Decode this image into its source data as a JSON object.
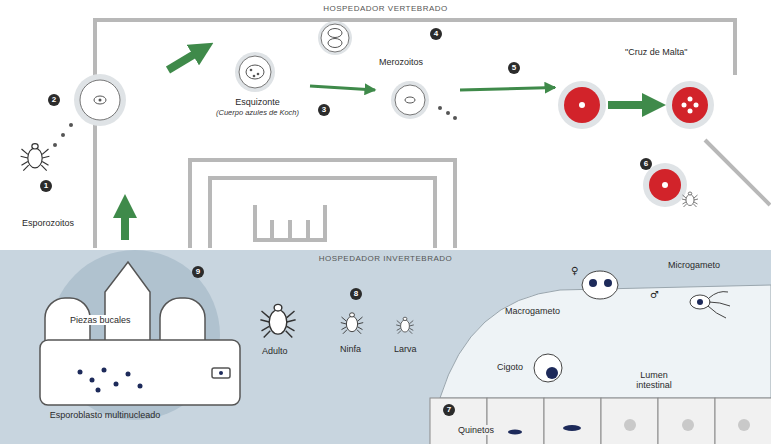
{
  "diagram": {
    "nodes": [
      {
        "text": [
          "HOSPEDADOR VERTEBRADO"
        ]
      },
      {
        "text": [
          "Esquizonte",
          "(Cuerpo azules de Koch)"
        ],
        "in": 0
      },
      {
        "text": [
          "Merozoitos"
        ],
        "in": 0
      },
      {
        "text": [
          "\"Cruz de Malta\""
        ],
        "in": 0
      },
      {
        "text": [
          "HOSPEDADOR INVERTEBRADO"
        ]
      },
      {
        "text": [
          "Piezas bucales",
          "Esporoblasto multinucleado"
        ],
        "in": 4
      }
    ],
    "edges": [
      {
        "from": 1,
        "to": 2,
        "arrow": "to"
      },
      {
        "from": 2,
        "to": 3,
        "arrow": "to"
      }
    ],
    "labels": [
      "1",
      "2",
      "3",
      "4",
      "5",
      "6",
      "7",
      "8",
      "9",
      "Esporozoitos",
      "Adulto",
      "Ninfa",
      "Larva",
      "♀",
      "Macrogameto",
      "♂",
      "Microgameto",
      "Cigoto",
      "Lumen intestinal",
      "Quinetos"
    ]
  }
}
